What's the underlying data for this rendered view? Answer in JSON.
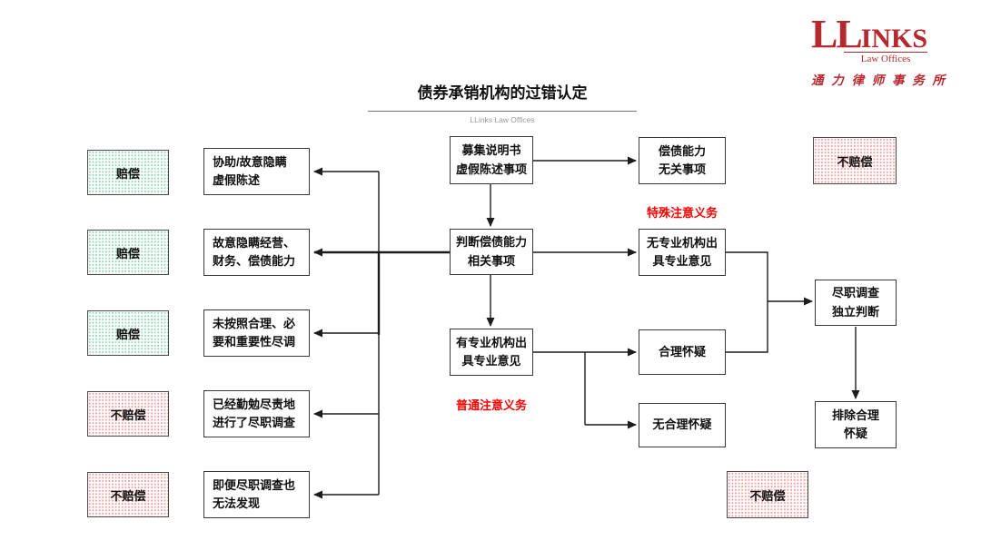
{
  "logo": {
    "wordmark_ll": "LL",
    "wordmark_rest": "INKS",
    "law_offices": "Law Offices",
    "chinese": "通 力 律 师 事 务 所"
  },
  "header": {
    "title": "债券承销机构的过错认定",
    "subtitle": "LLinks Law Offices"
  },
  "outcomes": {
    "left1": "赔偿",
    "left2": "赔偿",
    "left3": "赔偿",
    "left4": "不赔偿",
    "left5": "不赔偿",
    "top_right": "不赔偿",
    "bottom_right": "不赔偿"
  },
  "conditions": {
    "assist_conceal": "协助/故意隐瞒\n虚假陈述",
    "conceal_finance": "故意隐瞒经营、\n财务、偿债能力",
    "no_reasonable_dd": "未按照合理、必\n要和重要性尽调",
    "diligent_dd": "已经勤勉尽责地\n进行了尽职调查",
    "undiscoverable": "即便尽职调查也\n无法发现"
  },
  "flow": {
    "prospectus_misstatement": "募集说明书\n虚假陈述事项",
    "judge_solvency": "判断偿债能力\n相关事项",
    "with_expert_opinion": "有专业机构出\n具专业意见",
    "solvency_irrelevant": "偿债能力\n无关事项",
    "no_expert_opinion": "无专业机构出\n具专业意见",
    "reasonable_doubt": "合理怀疑",
    "no_reasonable_doubt": "无合理怀疑",
    "dd_independent_judgment": "尽职调查\n独立判断",
    "eliminate_reasonable_doubt": "排除合理\n怀疑"
  },
  "annotations": {
    "special_duty": "特殊注意义务",
    "ordinary_duty": "普通注意义务"
  },
  "colors": {
    "logo_red": "#b4282e",
    "annotation_red": "#ff0000",
    "green_dot": "#96d4b8",
    "pink_dot": "#f0a0a0",
    "line": "#1c1c1c"
  }
}
